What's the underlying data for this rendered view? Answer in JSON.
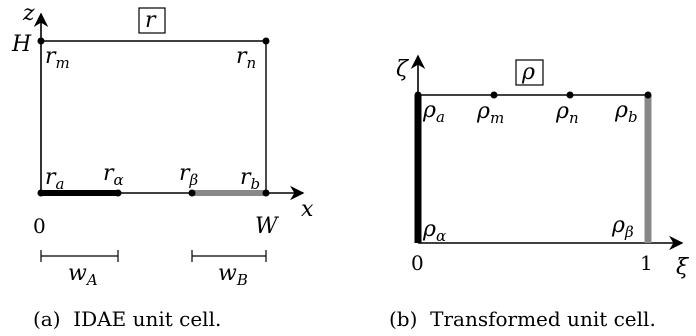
{
  "left_panel": {
    "box_label": "r",
    "axis_z": "z",
    "axis_x": "x",
    "tick_H": "H",
    "tick_0": "0",
    "tick_W": "W",
    "points": {
      "rm": {
        "base": "r",
        "sub": "m"
      },
      "rn": {
        "base": "r",
        "sub": "n"
      },
      "ra": {
        "base": "r",
        "sub": "a"
      },
      "ralpha": {
        "base": "r",
        "sub": "α"
      },
      "rbeta": {
        "base": "r",
        "sub": "β"
      },
      "rb": {
        "base": "r",
        "sub": "b"
      }
    },
    "width_A": {
      "base": "w",
      "sub": "A"
    },
    "width_B": {
      "base": "w",
      "sub": "B"
    },
    "caption": "(a)  IDAE unit cell."
  },
  "right_panel": {
    "box_label": "ρ",
    "axis_zeta": "ζ",
    "axis_xi": "ξ",
    "tick_0": "0",
    "tick_1": "1",
    "points": {
      "rhoa": {
        "base": "ρ",
        "sub": "a"
      },
      "rhom": {
        "base": "ρ",
        "sub": "m"
      },
      "rhon": {
        "base": "ρ",
        "sub": "n"
      },
      "rhob": {
        "base": "ρ",
        "sub": "b"
      },
      "rhoalpha": {
        "base": "ρ",
        "sub": "α"
      },
      "rhobeta": {
        "base": "ρ",
        "sub": "β"
      }
    },
    "caption": "(b)  Transformed unit cell."
  },
  "colors": {
    "ink": "#000000",
    "electrode_B": "#888888"
  }
}
